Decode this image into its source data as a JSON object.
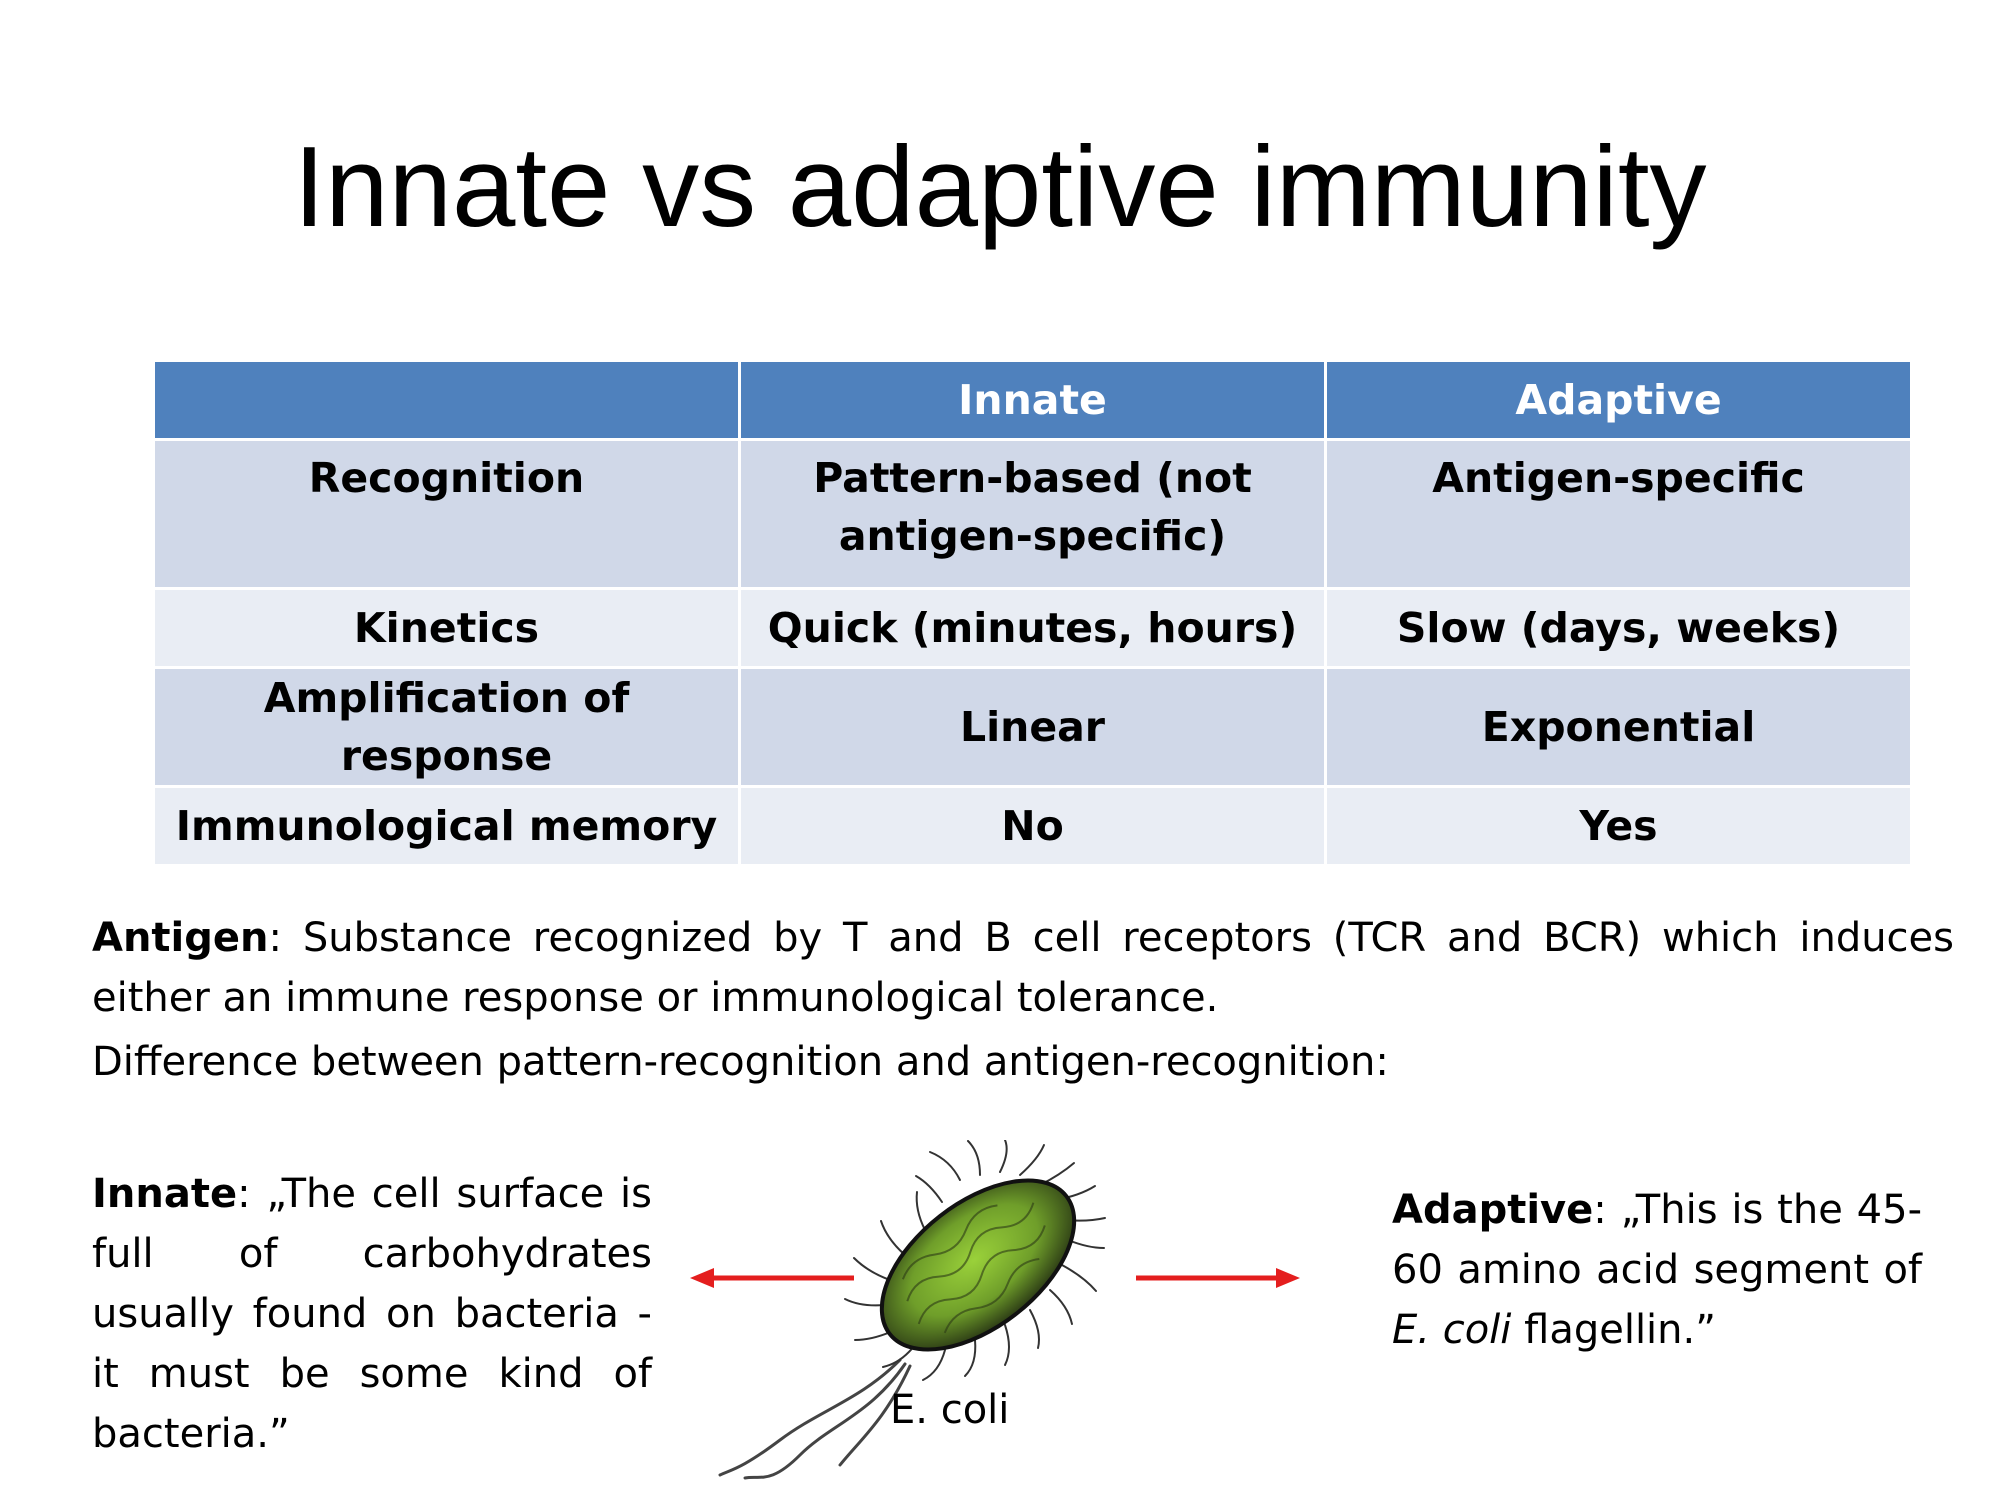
{
  "title": "Innate vs adaptive immunity",
  "table": {
    "header": [
      "",
      "Innate",
      "Adaptive"
    ],
    "rows": [
      [
        "Recognition",
        "Pattern-based (not antigen-specific)",
        "Antigen-specific"
      ],
      [
        "Kinetics",
        "Quick (minutes, hours)",
        "Slow (days, weeks)"
      ],
      [
        "Amplification of response",
        "Linear",
        "Exponential"
      ],
      [
        "Immunological memory",
        "No",
        "Yes"
      ]
    ]
  },
  "definition": {
    "term": "Antigen",
    "text": ": Substance recognized by T and B cell receptors (TCR and BCR) which induces either an immune response or immunological tolerance."
  },
  "difference": "Difference between pattern-recognition and antigen-recognition:",
  "innate_quote": {
    "term": "Innate",
    "text": ": „The cell surface is full of carbohydrates usually found on bacteria - it must be some kind of bacteria.”"
  },
  "adaptive_quote": {
    "term": "Adaptive",
    "text_before": ": „This is the 45-60 amino acid segment of ",
    "italic": "E. coli",
    "text_after": " flagellin.”"
  },
  "image_label": "E. coli",
  "colors": {
    "header_bg": "#4f81bd",
    "row_odd_bg": "#d0d8e8",
    "row_even_bg": "#e9edf4",
    "arrow": "#e41e1e"
  }
}
